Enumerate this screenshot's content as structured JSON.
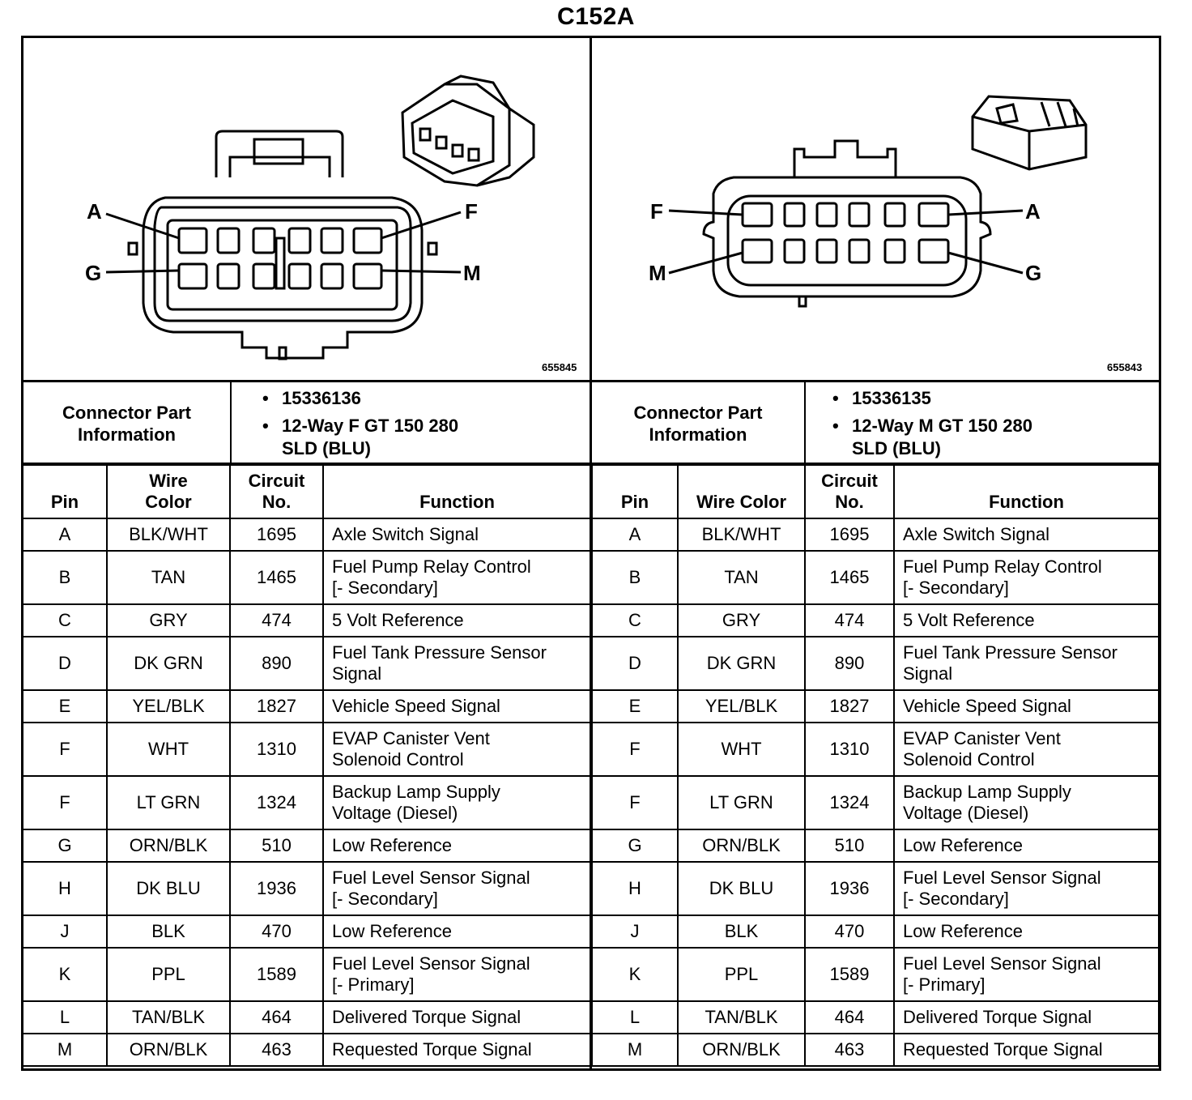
{
  "title": "C152A",
  "left": {
    "image_id": "655845",
    "pin_labels": {
      "top_left": "A",
      "bottom_left": "G",
      "top_right": "F",
      "bottom_right": "M"
    },
    "part_label": "Connector Part\nInformation",
    "part_info": [
      "15336136",
      "12-Way F GT 150 280\nSLD (BLU)"
    ]
  },
  "right": {
    "image_id": "655843",
    "pin_labels": {
      "top_left": "F",
      "bottom_left": "M",
      "top_right": "A",
      "bottom_right": "G"
    },
    "part_label": "Connector Part\nInformation",
    "part_info": [
      "15336135",
      "12-Way M GT 150 280\nSLD (BLU)"
    ]
  },
  "headers": {
    "left": [
      "Pin",
      "Wire\nColor",
      "Circuit\nNo.",
      "Function"
    ],
    "right": [
      "Pin",
      "Wire Color",
      "Circuit\nNo.",
      "Function"
    ]
  },
  "rows": [
    {
      "pin": "A",
      "color": "BLK/WHT",
      "circuit": "1695",
      "function": "Axle Switch Signal"
    },
    {
      "pin": "B",
      "color": "TAN",
      "circuit": "1465",
      "function": "Fuel Pump Relay Control\n[- Secondary]"
    },
    {
      "pin": "C",
      "color": "GRY",
      "circuit": "474",
      "function": "5 Volt Reference"
    },
    {
      "pin": "D",
      "color": "DK GRN",
      "circuit": "890",
      "function": "Fuel Tank Pressure Sensor\nSignal"
    },
    {
      "pin": "E",
      "color": "YEL/BLK",
      "circuit": "1827",
      "function": "Vehicle Speed Signal"
    },
    {
      "pin": "F",
      "color": "WHT",
      "circuit": "1310",
      "function": "EVAP Canister Vent\nSolenoid Control"
    },
    {
      "pin": "F",
      "color": "LT GRN",
      "circuit": "1324",
      "function": "Backup Lamp Supply\nVoltage (Diesel)"
    },
    {
      "pin": "G",
      "color": "ORN/BLK",
      "circuit": "510",
      "function": "Low Reference"
    },
    {
      "pin": "H",
      "color": "DK BLU",
      "circuit": "1936",
      "function": "Fuel Level Sensor Signal\n[- Secondary]"
    },
    {
      "pin": "J",
      "color": "BLK",
      "circuit": "470",
      "function": "Low Reference"
    },
    {
      "pin": "K",
      "color": "PPL",
      "circuit": "1589",
      "function": "Fuel Level Sensor Signal\n[- Primary]"
    },
    {
      "pin": "L",
      "color": "TAN/BLK",
      "circuit": "464",
      "function": "Delivered Torque Signal"
    },
    {
      "pin": "M",
      "color": "ORN/BLK",
      "circuit": "463",
      "function": "Requested Torque Signal"
    }
  ]
}
